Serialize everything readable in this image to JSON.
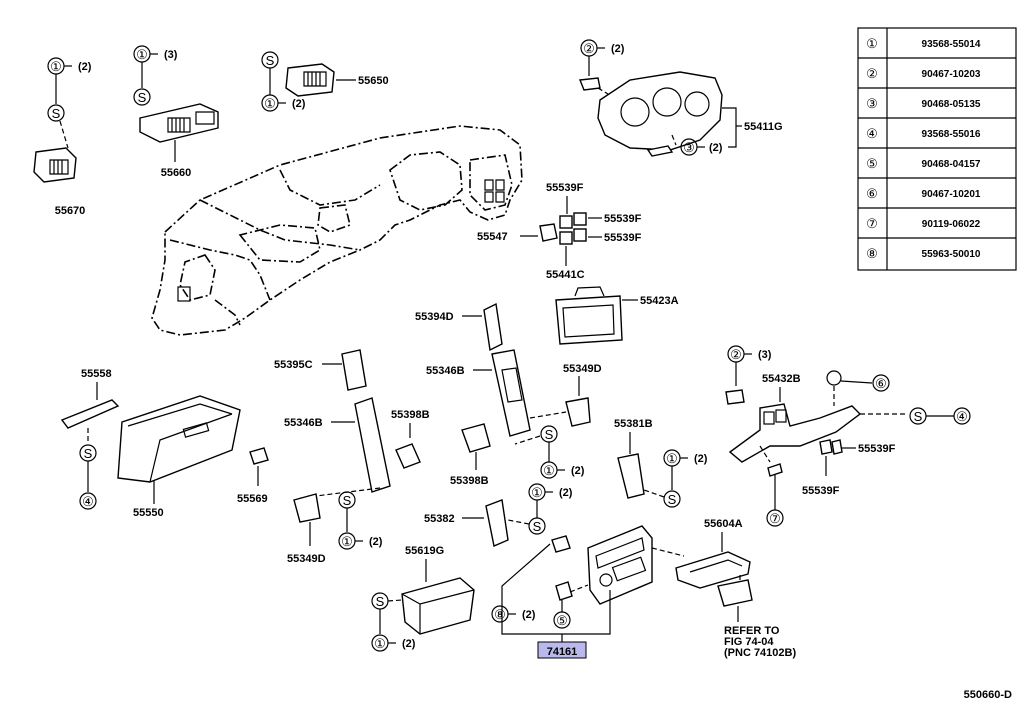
{
  "legend": {
    "rows": [
      {
        "num": "①",
        "part": "93568-55014"
      },
      {
        "num": "②",
        "part": "90467-10203"
      },
      {
        "num": "③",
        "part": "90468-05135"
      },
      {
        "num": "④",
        "part": "93568-55016"
      },
      {
        "num": "⑤",
        "part": "90468-04157"
      },
      {
        "num": "⑥",
        "part": "90467-10201"
      },
      {
        "num": "⑦",
        "part": "90119-06022"
      },
      {
        "num": "⑧",
        "part": "55963-50010"
      }
    ]
  },
  "labels": {
    "p55670": "55670",
    "p55660": "55660",
    "p55650": "55650",
    "p55411g": "55411G",
    "p55539f_a": "55539F",
    "p55539f_b": "55539F",
    "p55539f_c": "55539F",
    "p55547": "55547",
    "p55441c": "55441C",
    "p55423a": "55423A",
    "p55394d": "55394D",
    "p55346b_a": "55346B",
    "p55349d_a": "55349D",
    "p55395c": "55395C",
    "p55346b_b": "55346B",
    "p55398b_a": "55398B",
    "p55398b_b": "55398B",
    "p55381b": "55381B",
    "p55558": "55558",
    "p55550": "55550",
    "p55569": "55569",
    "p55349d_b": "55349D",
    "p55382": "55382",
    "p55619g": "55619G",
    "p55604a": "55604A",
    "p55432b": "55432B",
    "p55539f_d": "55539F",
    "p55539f_e": "55539F",
    "highlight": "74161",
    "refer1": "REFER TO",
    "refer2": "FIG 74-04",
    "refer3": "(PNC 74102B)",
    "footer": "550660-D"
  },
  "callouts": {
    "c1": "①",
    "q1": "(2)",
    "c2": "①",
    "q2": "(3)",
    "c3": "①",
    "q3": "(2)",
    "c4": "②",
    "q4": "(2)",
    "c5": "③",
    "q5": "(2)",
    "c6": "①",
    "q6": "(2)",
    "c7": "①",
    "q7": "(2)",
    "c8": "①",
    "q8": "(2)",
    "c9": "①",
    "q9": "(2)",
    "c10": "①",
    "q10": "(2)",
    "c11": "②",
    "q11": "(3)",
    "c12": "⑥",
    "c13": "④",
    "c14": "④",
    "c15": "⑦",
    "c16": "⑧",
    "q16": "(2)",
    "c17": "⑤",
    "s": "S"
  }
}
